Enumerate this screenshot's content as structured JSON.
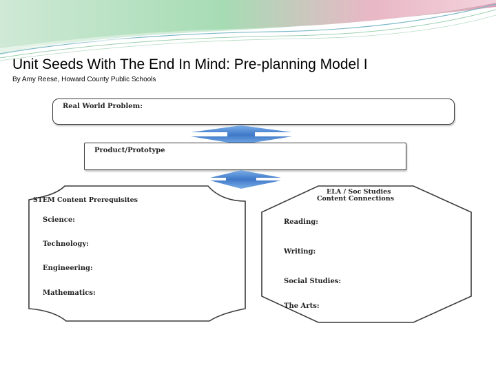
{
  "slide": {
    "title": "Unit Seeds With The End In Mind: Pre-planning Model I",
    "subtitle": "By Amy Reese, Howard County Public Schools"
  },
  "diagram": {
    "real_world_problem": "Real World Problem:",
    "product_prototype": "Product/Prototype",
    "stem": {
      "heading": "STEM Content Prerequisites",
      "items": [
        "Science:",
        "Technology:",
        "Engineering:",
        "Mathematics:"
      ]
    },
    "ela": {
      "heading_line1": "ELA / Soc Studies",
      "heading_line2": "Content Connections",
      "items": [
        "Reading:",
        "Writing:",
        "Social Studies:",
        "The Arts:"
      ]
    }
  },
  "colors": {
    "arrow": "#5b8fd6",
    "banner_green": "#8fd0a0",
    "banner_pink": "#e8a0b8",
    "banner_teal": "#7fb8c8"
  }
}
